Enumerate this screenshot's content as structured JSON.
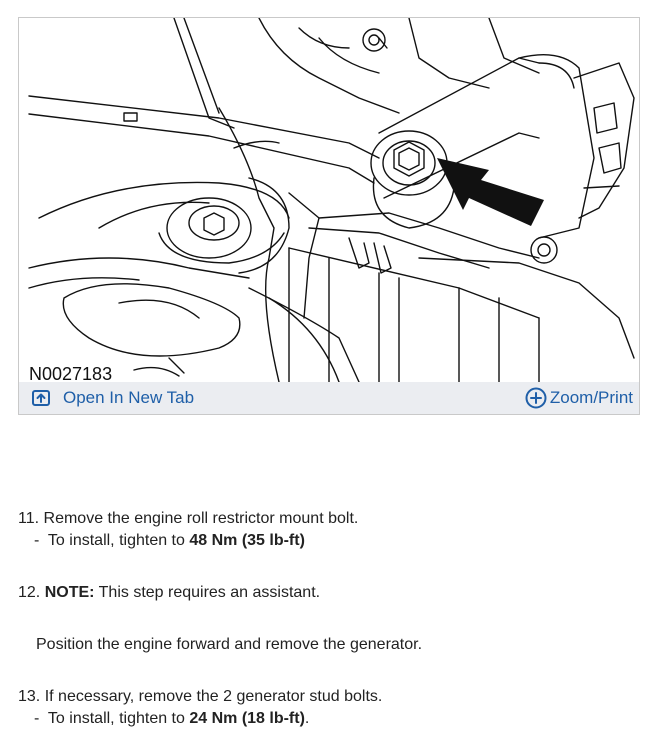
{
  "figure": {
    "code": "N0027183",
    "open_tab_label": "Open In New Tab",
    "zoom_label": "Zoom/Print",
    "icons": {
      "open_tab": "open-in-new-tab-icon",
      "zoom": "zoom-plus-icon"
    }
  },
  "steps": [
    {
      "number": "11.",
      "text": "Remove the engine roll restrictor mount bolt.",
      "sub_prefix": "-  To install, tighten to ",
      "sub_bold": "48 Nm (35 lb-ft)",
      "sub_suffix": ""
    },
    {
      "number": "12.",
      "note_label": "NOTE:",
      "note_text": " This step requires an assistant.",
      "body": "Position the engine forward and remove the generator."
    },
    {
      "number": "13.",
      "text": "If necessary, remove the 2 generator stud bolts.",
      "sub_prefix": "-  To install, tighten to ",
      "sub_bold": "24 Nm (18 lb-ft)",
      "sub_suffix": "."
    }
  ],
  "colors": {
    "link": "#1f5fa8",
    "toolbar_bg": "#ebedf1",
    "border": "#c9c9c9"
  }
}
